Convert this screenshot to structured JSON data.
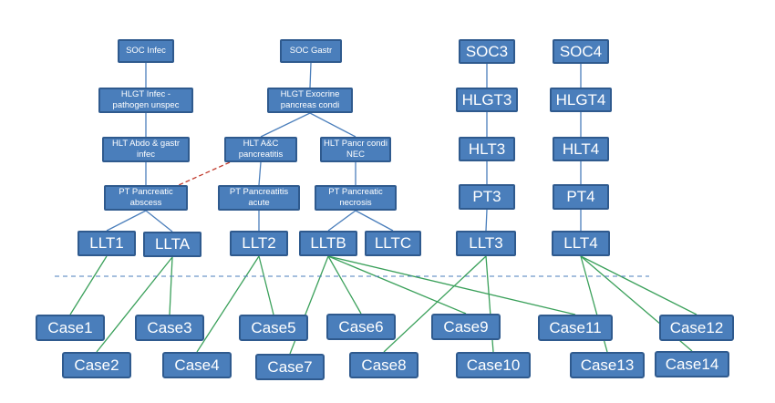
{
  "diagram": {
    "colors": {
      "node_fill": "#4a7ebb",
      "node_border": "#2f5a8e",
      "node_text": "#ffffff",
      "edge": "#4a7ebb",
      "case_edge": "#3aa05a",
      "dashed_edge": "#c0392b",
      "separator": "#4a7ebb"
    },
    "nodes": {
      "soc_infec": "SOC Infec",
      "hlgt_infec": "HLGT Infec - pathogen unspec",
      "hlt_abdo": "HLT Abdo & gastr infec",
      "pt_abscess": "PT Pancreatic abscess",
      "llt1": "LLT1",
      "llta": "LLTA",
      "soc_gastr": "SOC Gastr",
      "hlgt_exo": "HLGT Exocrine pancreas condi",
      "hlt_ac": "HLT A&C pancreatitis",
      "hlt_pancr": "HLT Pancr condi NEC",
      "pt_acute": "PT Pancreatitis acute",
      "pt_necrosis": "PT Pancreatic necrosis",
      "llt2": "LLT2",
      "lltb": "LLTB",
      "lltc": "LLTC",
      "soc3": "SOC3",
      "hlgt3": "HLGT3",
      "hlt3": "HLT3",
      "pt3": "PT3",
      "llt3": "LLT3",
      "soc4": "SOC4",
      "hlgt4": "HLGT4",
      "hlt4": "HLT4",
      "pt4": "PT4",
      "llt4": "LLT4",
      "case1": "Case1",
      "case2": "Case2",
      "case3": "Case3",
      "case4": "Case4",
      "case5": "Case5",
      "case6": "Case6",
      "case7": "Case7",
      "case8": "Case8",
      "case9": "Case9",
      "case10": "Case10",
      "case11": "Case11",
      "case12": "Case12",
      "case13": "Case13",
      "case14": "Case14"
    },
    "edges": [
      [
        "soc_infec",
        "hlgt_infec"
      ],
      [
        "hlgt_infec",
        "hlt_abdo"
      ],
      [
        "hlt_abdo",
        "pt_abscess"
      ],
      [
        "pt_abscess",
        "llt1"
      ],
      [
        "pt_abscess",
        "llta"
      ],
      [
        "soc_gastr",
        "hlgt_exo"
      ],
      [
        "hlgt_exo",
        "hlt_ac"
      ],
      [
        "hlgt_exo",
        "hlt_pancr"
      ],
      [
        "hlt_ac",
        "pt_acute"
      ],
      [
        "hlt_pancr",
        "pt_necrosis"
      ],
      [
        "pt_acute",
        "llt2"
      ],
      [
        "pt_necrosis",
        "lltb"
      ],
      [
        "pt_necrosis",
        "lltc"
      ],
      [
        "soc3",
        "hlgt3"
      ],
      [
        "hlgt3",
        "hlt3"
      ],
      [
        "hlt3",
        "pt3"
      ],
      [
        "pt3",
        "llt3"
      ],
      [
        "soc4",
        "hlgt4"
      ],
      [
        "hlgt4",
        "hlt4"
      ],
      [
        "hlt4",
        "pt4"
      ],
      [
        "pt4",
        "llt4"
      ]
    ],
    "dashed_edges": [
      [
        "hlt_ac",
        "pt_abscess"
      ]
    ],
    "case_edges": [
      [
        "llt1",
        "case1"
      ],
      [
        "llta",
        "case3"
      ],
      [
        "llta",
        "case2"
      ],
      [
        "llt2",
        "case4"
      ],
      [
        "llt2",
        "case5"
      ],
      [
        "lltb",
        "case6"
      ],
      [
        "lltb",
        "case7"
      ],
      [
        "lltb",
        "case9"
      ],
      [
        "lltb",
        "case11"
      ],
      [
        "llt3",
        "case8"
      ],
      [
        "llt3",
        "case10"
      ],
      [
        "llt4",
        "case12"
      ],
      [
        "llt4",
        "case13"
      ],
      [
        "llt4",
        "case14"
      ]
    ]
  }
}
